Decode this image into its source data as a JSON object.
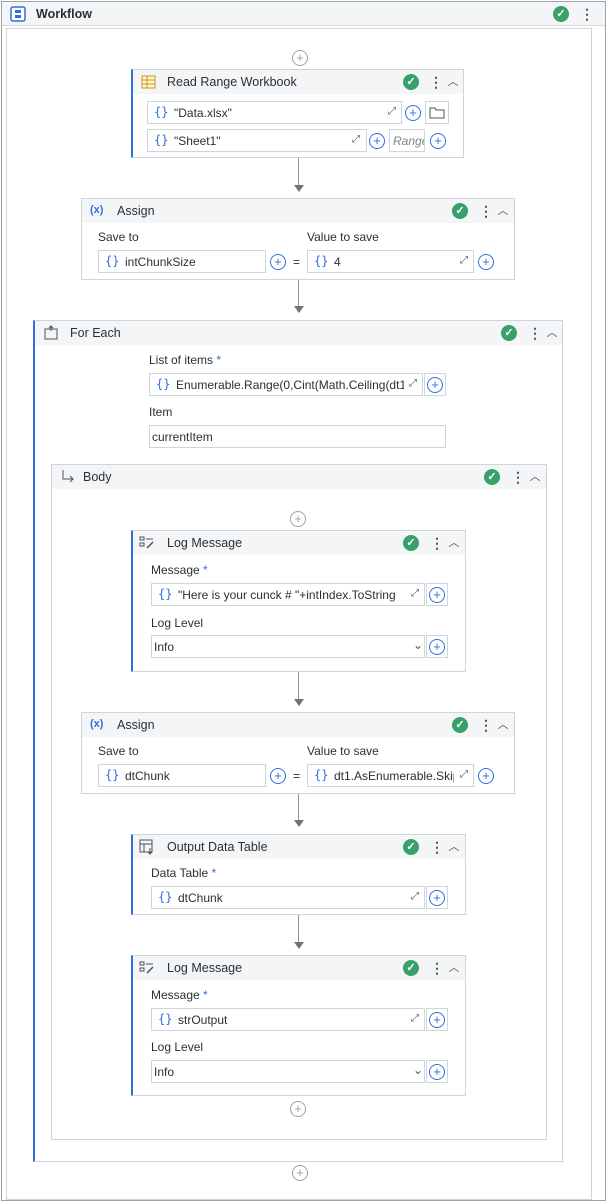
{
  "workflow": {
    "title": "Workflow"
  },
  "read_range": {
    "title": "Read Range Workbook",
    "file": "\"Data.xlsx\"",
    "sheet": "\"Sheet1\"",
    "range_placeholder": "Range"
  },
  "assign1": {
    "title": "Assign",
    "save_to_label": "Save to",
    "value_label": "Value to save",
    "save_to": "intChunkSize",
    "value": "4",
    "equals": "="
  },
  "for_each": {
    "title": "For Each",
    "list_label": "List of items",
    "list_value": "Enumerable.Range(0,Cint(Math.Ceiling(dt1",
    "item_label": "Item",
    "item_value": "currentItem"
  },
  "body": {
    "title": "Body"
  },
  "log1": {
    "title": "Log Message",
    "message_label": "Message",
    "message": "\"Here is your cunck # \"+intIndex.ToString",
    "level_label": "Log Level",
    "level": "Info"
  },
  "assign2": {
    "title": "Assign",
    "save_to_label": "Save to",
    "value_label": "Value to save",
    "save_to": "dtChunk",
    "value": "dt1.AsEnumerable.Skip",
    "equals": "="
  },
  "output_dt": {
    "title": "Output Data Table",
    "dt_label": "Data Table",
    "dt_value": "dtChunk"
  },
  "log2": {
    "title": "Log Message",
    "message_label": "Message",
    "message": "strOutput",
    "level_label": "Log Level",
    "level": "Info"
  },
  "glyphs": {
    "brace": "{}",
    "check": "✓",
    "dots": "⋮",
    "collapse": "︿",
    "plus": "+",
    "expand": "⤢",
    "required": "*",
    "dropdown": "⌄"
  },
  "colors": {
    "accent": "#2f6fde",
    "success": "#38a169",
    "border": "#cfd5d9"
  }
}
